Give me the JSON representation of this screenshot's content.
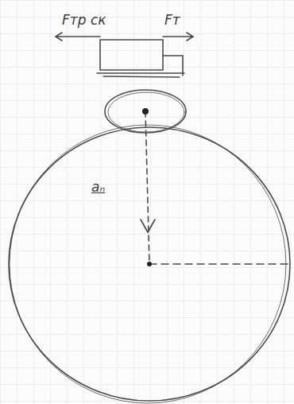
{
  "diagram": {
    "labels": [
      "Fтр ск",
      "Fт",
      "aₙ"
    ]
  }
}
